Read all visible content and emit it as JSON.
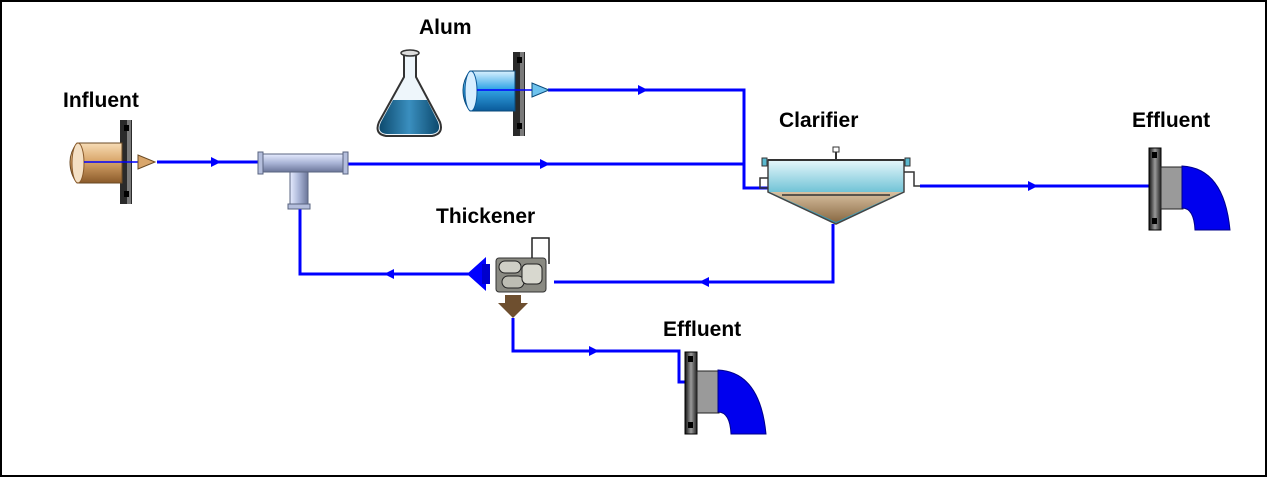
{
  "diagram": {
    "labels": {
      "alum": "Alum",
      "influent": "Influent",
      "clarifier": "Clarifier",
      "effluent_right": "Effluent",
      "thickener": "Thickener",
      "effluent_bottom": "Effluent"
    }
  },
  "colors": {
    "pipe": "#0000ff",
    "influent_pipe": "#d9a66b",
    "alum_pipe": "#33a6e6",
    "tee": "#a9b4d6",
    "flask_liquid": "#1f6f9a",
    "clarifier_water": "#5ab9cf",
    "sludge": "#b08a5e",
    "effluent_fill": "#0000ee",
    "flange": "#3a3a3a"
  }
}
